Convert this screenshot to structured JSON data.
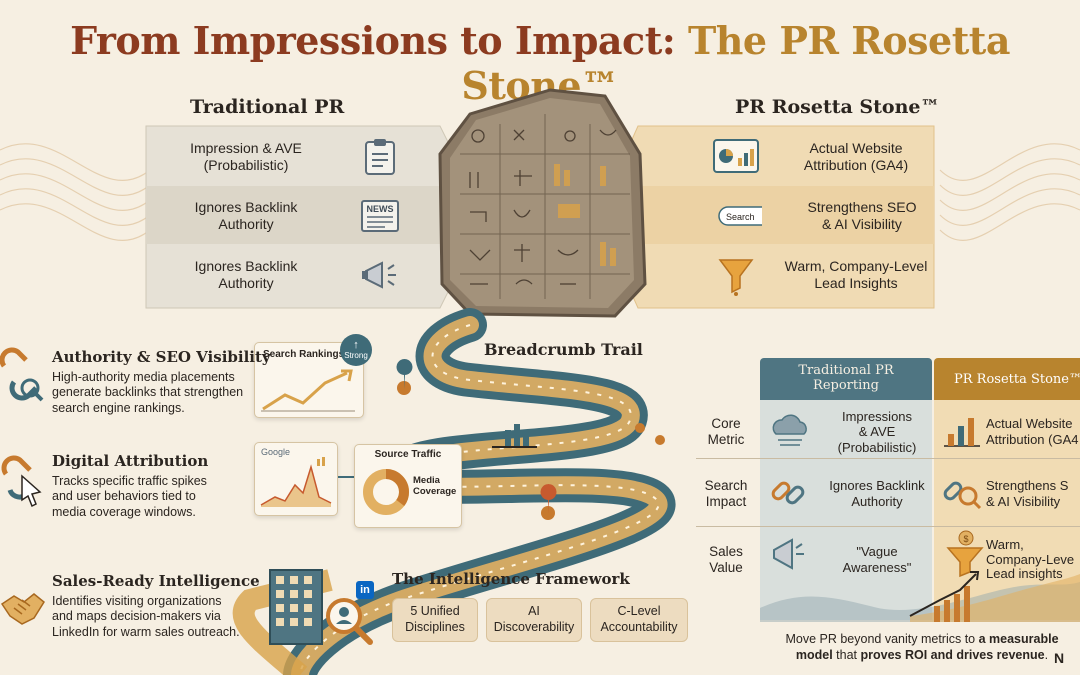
{
  "title": {
    "part1": "From Impressions to Impact:",
    "part2": "The PR Rosetta Stone™"
  },
  "left_column": {
    "heading": "Traditional PR",
    "rows": [
      {
        "label": "Impression & AVE\n(Probabilistic)",
        "icon": "clipboard-icon"
      },
      {
        "label": "Ignores Backlink\nAuthority",
        "icon": "newspaper-icon",
        "icon_text": "NEWS"
      },
      {
        "label": "Ignores Backlink\nAuthority",
        "icon": "megaphone-icon"
      }
    ]
  },
  "right_column": {
    "heading": "PR Rosetta Stone™",
    "rows": [
      {
        "label": "Actual Website\nAttribution (GA4)",
        "icon": "analytics-dashboard-icon"
      },
      {
        "label": "Strengthens SEO\n& AI Visibility",
        "icon": "search-bar-icon",
        "icon_text": "Search"
      },
      {
        "label": "Warm, Company-Level\nLead Insights",
        "icon": "funnel-icon"
      }
    ]
  },
  "features": [
    {
      "heading": "Authority & SEO Visibility",
      "desc": "High-authority media placements generate backlinks that strengthen search engine rankings.",
      "icon": "chain-link-icon"
    },
    {
      "heading": "Digital Attribution",
      "desc": "Tracks specific traffic spikes and user behaviors tied to media coverage windows.",
      "icon": "cursor-link-icon"
    },
    {
      "heading": "Sales-Ready Intelligence",
      "desc": "Identifies visiting organizations and maps decision-makers via LinkedIn for warm sales outreach.",
      "icon": "handshake-icon"
    }
  ],
  "search_rankings_card": {
    "label": "Search Rankings",
    "badge": "Strong"
  },
  "google_card": {
    "label": "Google"
  },
  "source_traffic_card": {
    "label": "Source Traffic",
    "slice_label": "Media\nCoverage"
  },
  "trail_label": "Breadcrumb Trail",
  "linkedin_badge": "in",
  "framework": {
    "heading": "The Intelligence Framework",
    "items": [
      "5 Unified\nDisciplines",
      "AI\nDiscoverability",
      "C-Level\nAccountability"
    ]
  },
  "comparison_table": {
    "col_traditional": "Traditional PR\nReporting",
    "col_rosetta": "PR Rosetta Stone™",
    "rows": [
      {
        "label": "Core\nMetric",
        "traditional": "Impressions\n& AVE\n(Probabilistic)",
        "rosetta": "Actual Website\nAttribution (GA4"
      },
      {
        "label": "Search\nImpact",
        "traditional": "Ignores Backlink\nAuthority",
        "rosetta": "Strengthens S\n& AI Visibility"
      },
      {
        "label": "Sales\nValue",
        "traditional": "\"Vague\nAwareness\"",
        "rosetta": "Warm,\nCompany-Leve\nLead insights"
      }
    ]
  },
  "footer": {
    "text_plain": "Move PR beyond vanity metrics to ",
    "text_bold": "a measurable model",
    "text_plain2": " that ",
    "text_bold2": "proves ROI and drives revenue",
    "text_end": ".",
    "logo": "N"
  },
  "colors": {
    "title_red": "#8c3b20",
    "title_gold": "#b8842e",
    "teal": "#3f6b78",
    "gold": "#d8a24a",
    "cream": "#f6efe2"
  }
}
